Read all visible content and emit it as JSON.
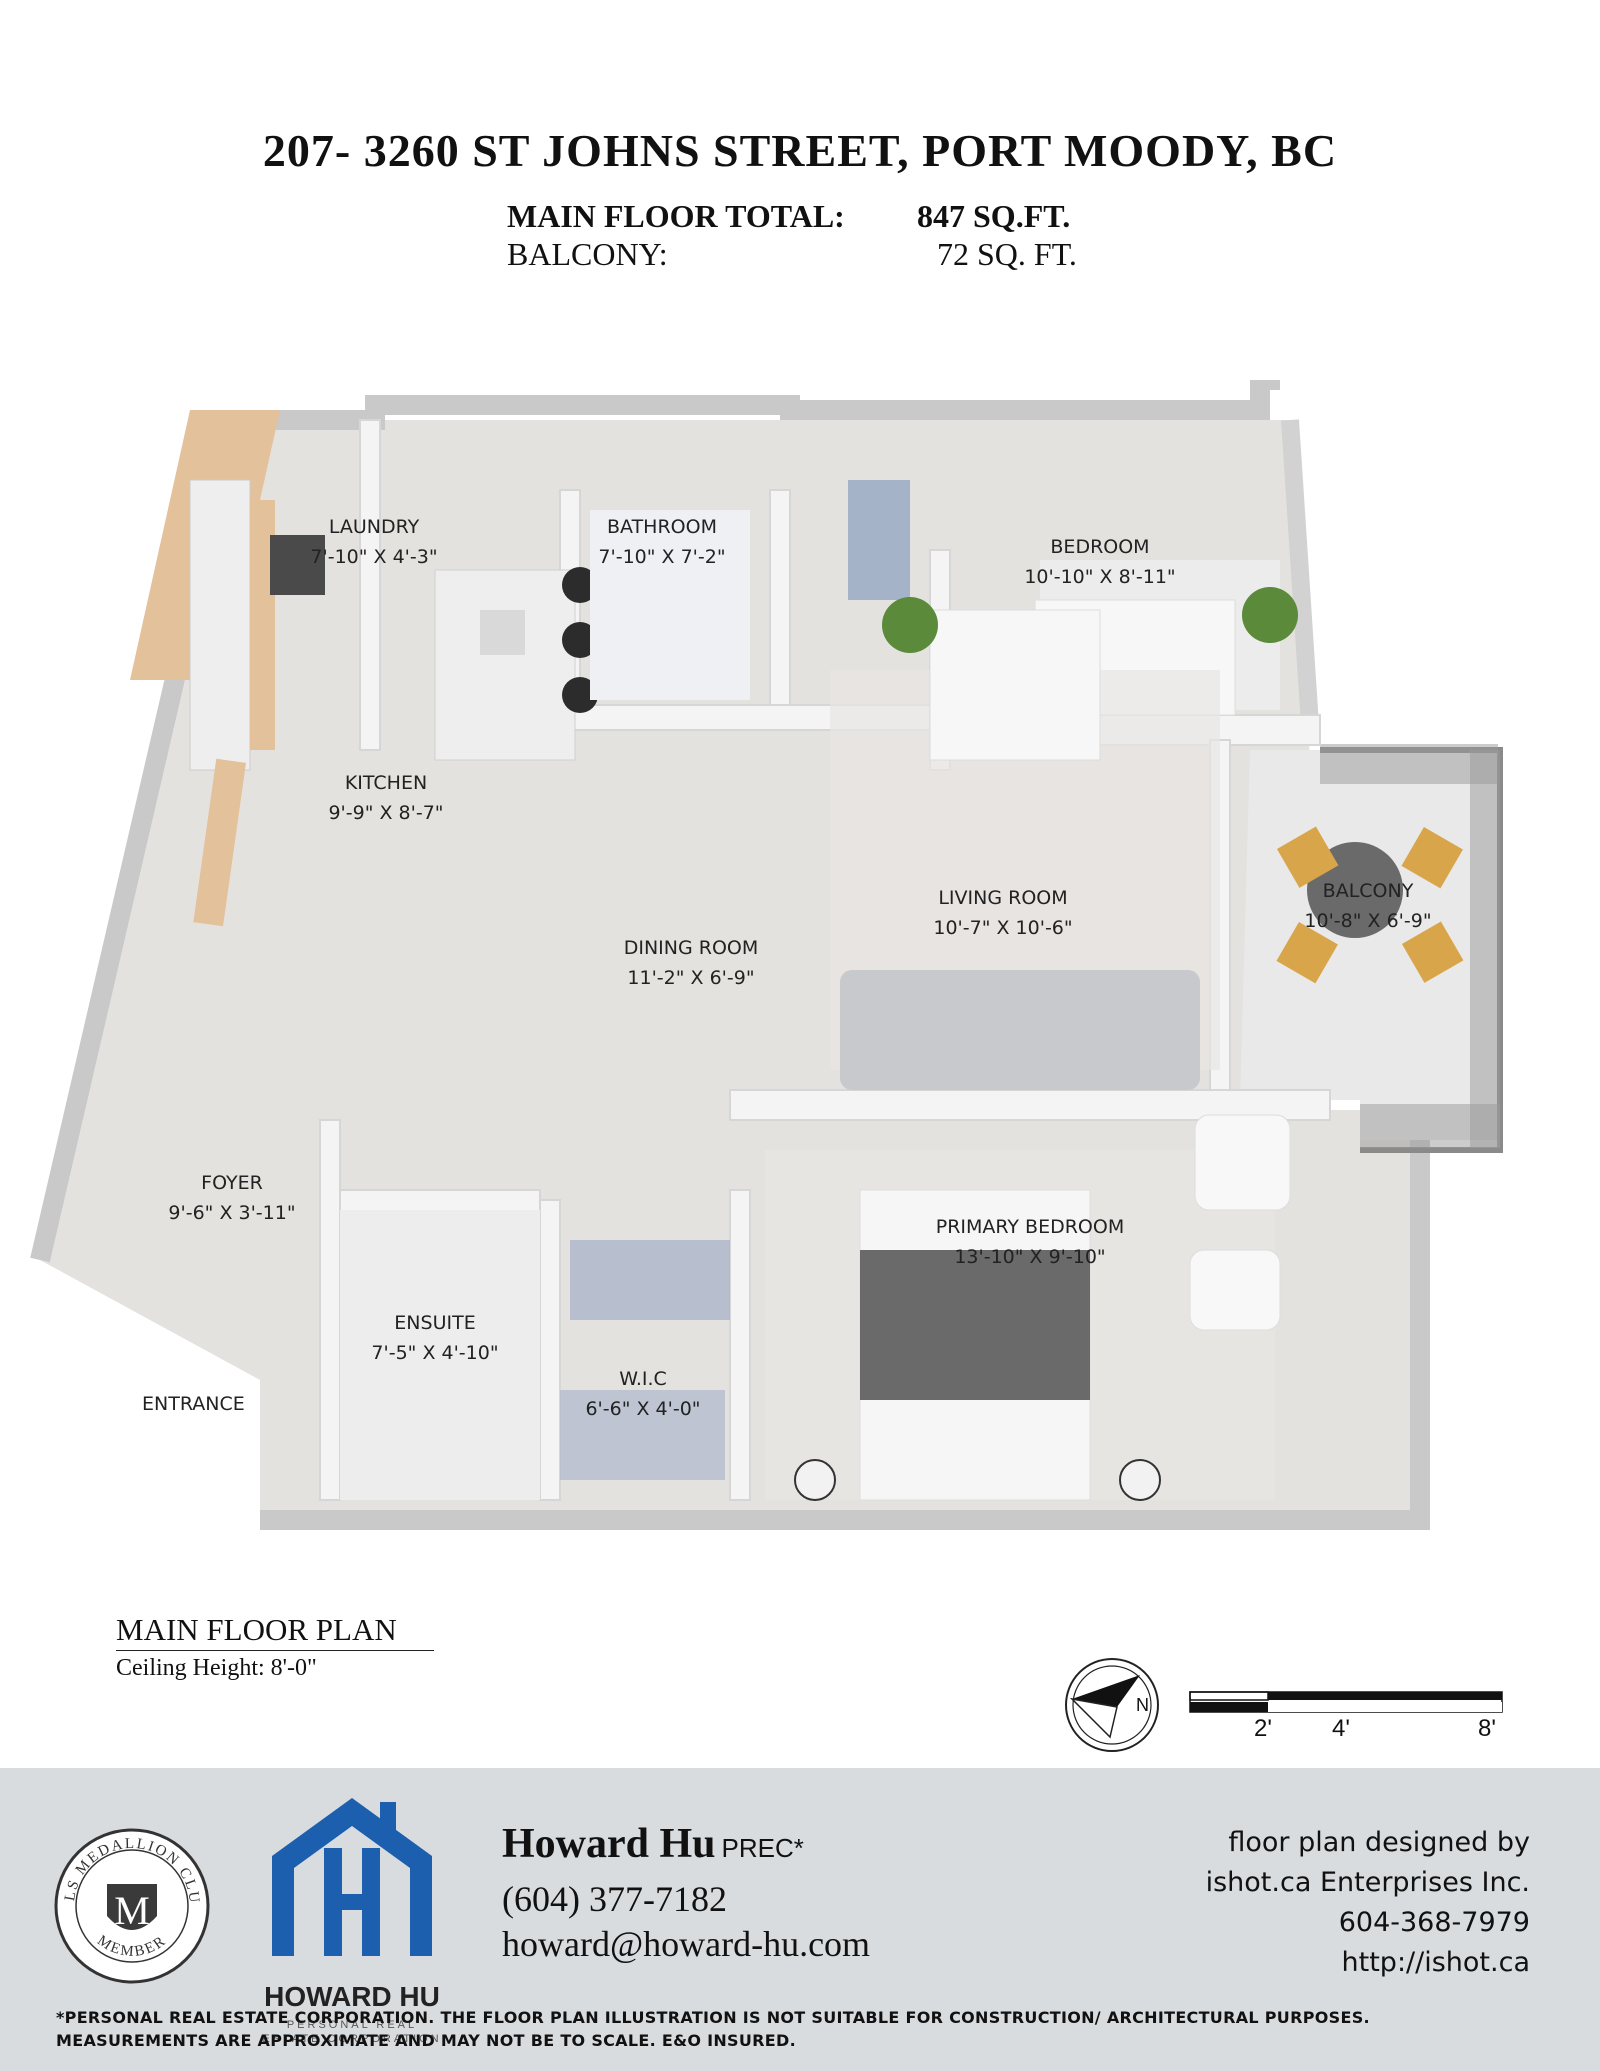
{
  "header": {
    "address": "207- 3260 ST JOHNS STREET, PORT MOODY, BC",
    "main_floor_label": "MAIN FLOOR TOTAL:",
    "main_floor_value": "847 SQ.FT.",
    "balcony_label": "BALCONY:",
    "balcony_value": "72 SQ. FT."
  },
  "rooms": [
    {
      "name": "LAUNDRY",
      "size": "7'-10\" X 4'-3\""
    },
    {
      "name": "BATHROOM",
      "size": "7'-10\" X 7'-2\""
    },
    {
      "name": "BEDROOM",
      "size": "10'-10\" X 8'-11\""
    },
    {
      "name": "KITCHEN",
      "size": "9'-9\" X 8'-7\""
    },
    {
      "name": "BALCONY",
      "size": "10'-8\" X 6'-9\""
    },
    {
      "name": "LIVING ROOM",
      "size": "10'-7\" X 10'-6\""
    },
    {
      "name": "DINING ROOM",
      "size": "11'-2\" X 6'-9\""
    },
    {
      "name": "FOYER",
      "size": "9'-6\" X 3'-11\""
    },
    {
      "name": "PRIMARY BEDROOM",
      "size": "13'-10\" X 9'-10\""
    },
    {
      "name": "ENSUITE",
      "size": "7'-5\" X 4'-10\""
    },
    {
      "name": "W.I.C",
      "size": "6'-6\" X 4'-0\""
    }
  ],
  "entrance_label": "ENTRANCE",
  "plan_footer": {
    "title": "MAIN FLOOR PLAN",
    "ceiling": "Ceiling Height: 8'-0\""
  },
  "compass": {
    "north_label": "N"
  },
  "scale": {
    "ticks": [
      "2'",
      "4'",
      "8'"
    ]
  },
  "agent": {
    "name": "Howard Hu",
    "designation": "PREC*",
    "phone": "(604) 377-7182",
    "email": "howard@howard-hu.com",
    "logo_name": "HOWARD HU",
    "logo_sub1": "PERSONAL REAL",
    "logo_sub2": "ESTATE CORPORATION"
  },
  "seal": {
    "top_text": "MLS MEDALLION CLUB",
    "bottom_text": "MEMBER",
    "letter": "M"
  },
  "designer": {
    "line1": "floor plan designed by",
    "line2": "ishot.ca Enterprises Inc.",
    "phone": "604-368-7979",
    "url": "http://ishot.ca"
  },
  "disclaimer": {
    "line1": "*PERSONAL REAL ESTATE CORPORATION. THE FLOOR PLAN ILLUSTRATION IS NOT SUITABLE FOR CONSTRUCTION/ ARCHITECTURAL PURPOSES.",
    "line2": "MEASUREMENTS ARE APPROXIMATE AND MAY NOT BE TO SCALE. E&O INSURED."
  },
  "colors": {
    "wall": "#c9c9c9",
    "floor": "#e4e2df",
    "cabinet_wood": "#e3c19a",
    "footer_band": "#d9dcdf",
    "logo_blue": "#1c5fae"
  }
}
